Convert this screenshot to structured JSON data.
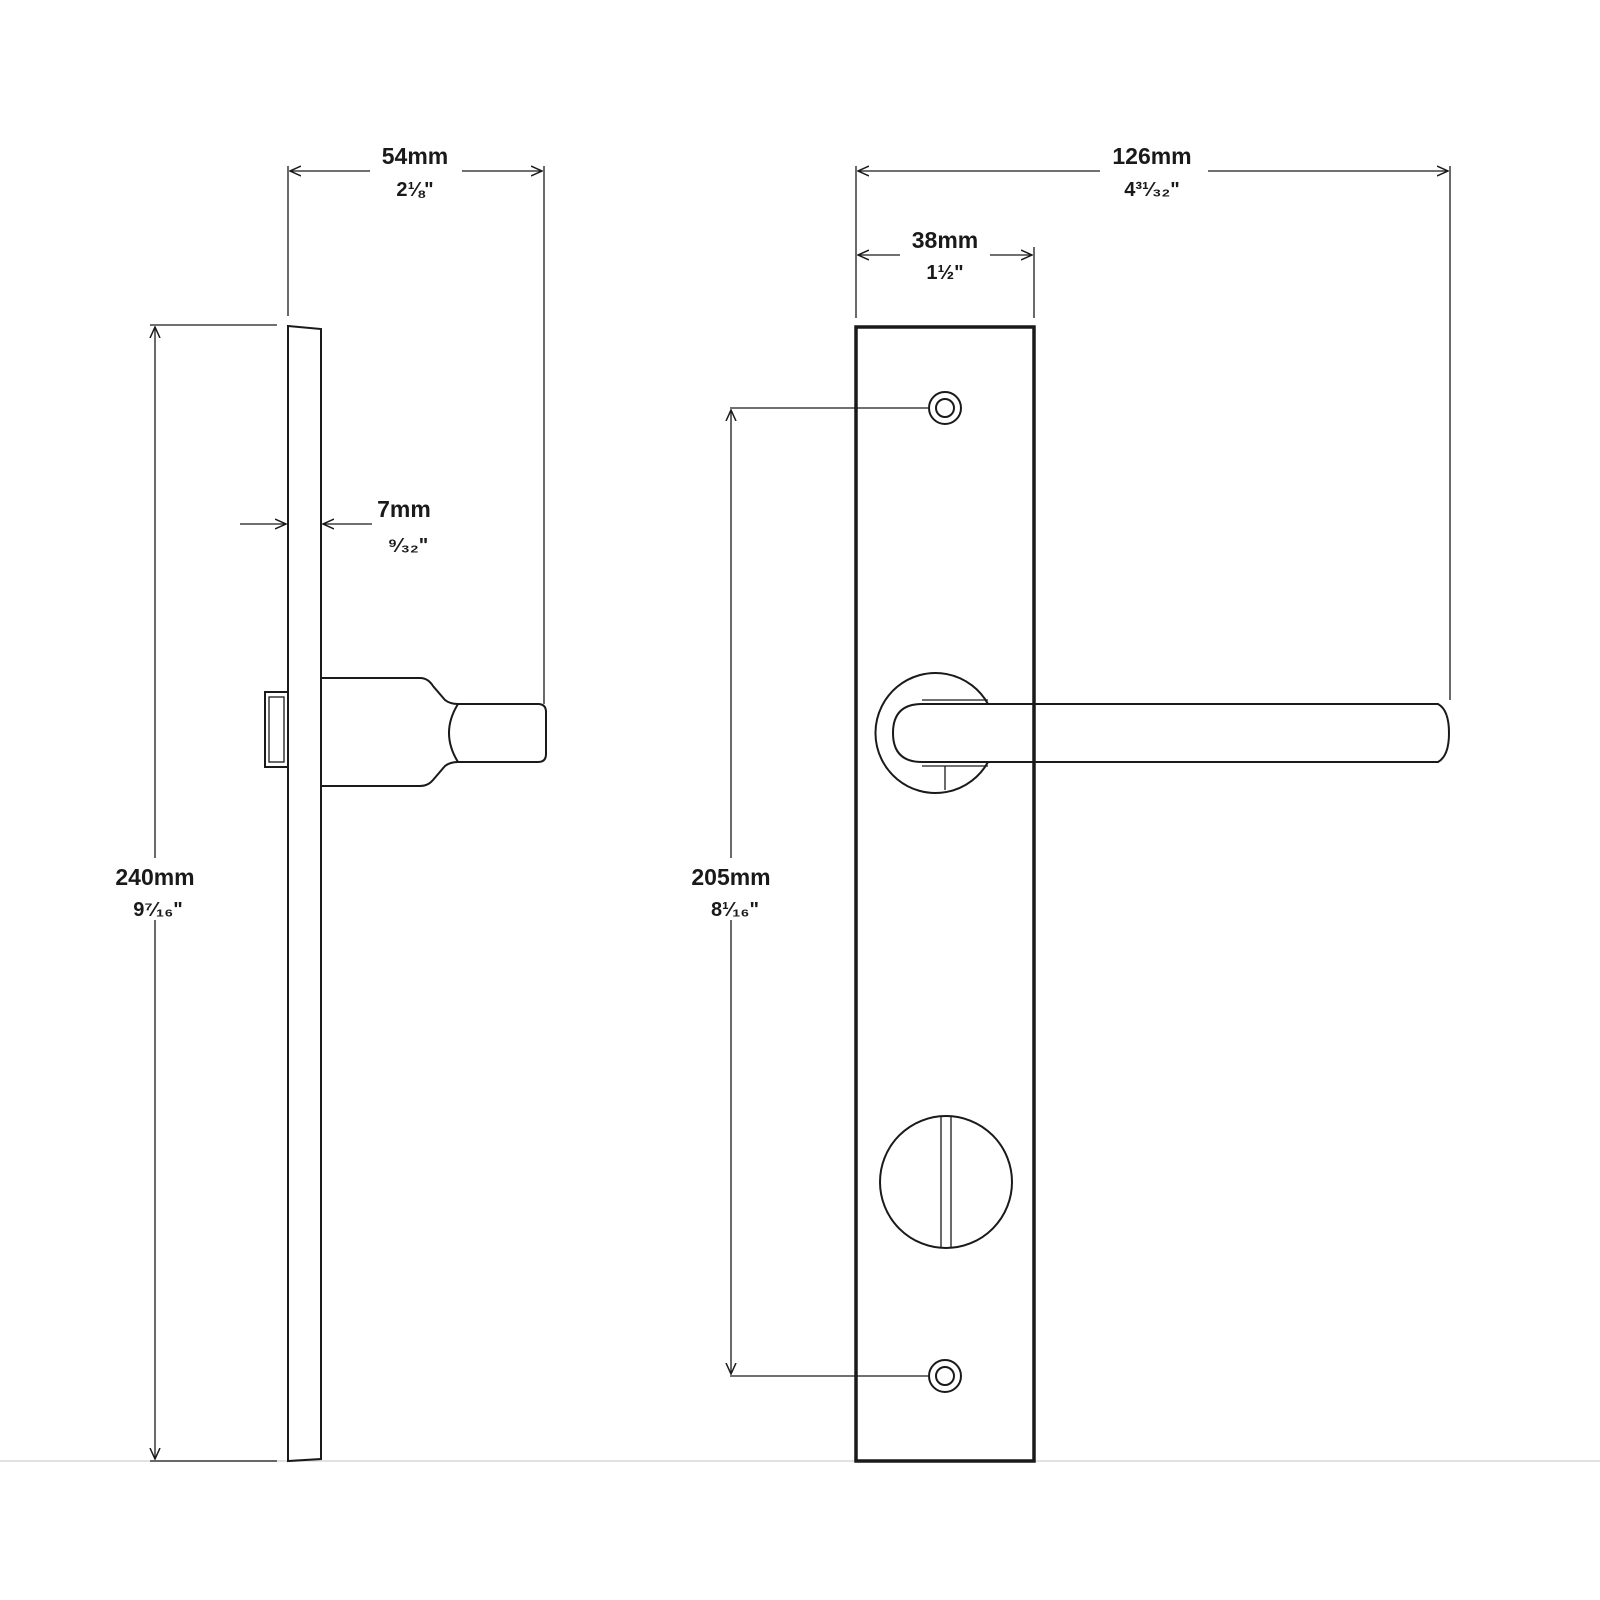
{
  "dimensions": {
    "side_depth": {
      "mm": "54mm",
      "inch": "2⅛\""
    },
    "overall_width": {
      "mm": "126mm",
      "inch": "4³¹⁄₃₂\""
    },
    "plate_width": {
      "mm": "38mm",
      "inch": "1½\""
    },
    "plate_thickness": {
      "mm": "7mm",
      "inch": "⁹⁄₃₂\""
    },
    "plate_height": {
      "mm": "240mm",
      "inch": "9⁷⁄₁₆\""
    },
    "fixing_centres": {
      "mm": "205mm",
      "inch": "8¹⁄₁₆\""
    }
  },
  "colors": {
    "ink": "#1a1a1a",
    "background": "#ffffff",
    "ground": "#d8d8d8"
  }
}
